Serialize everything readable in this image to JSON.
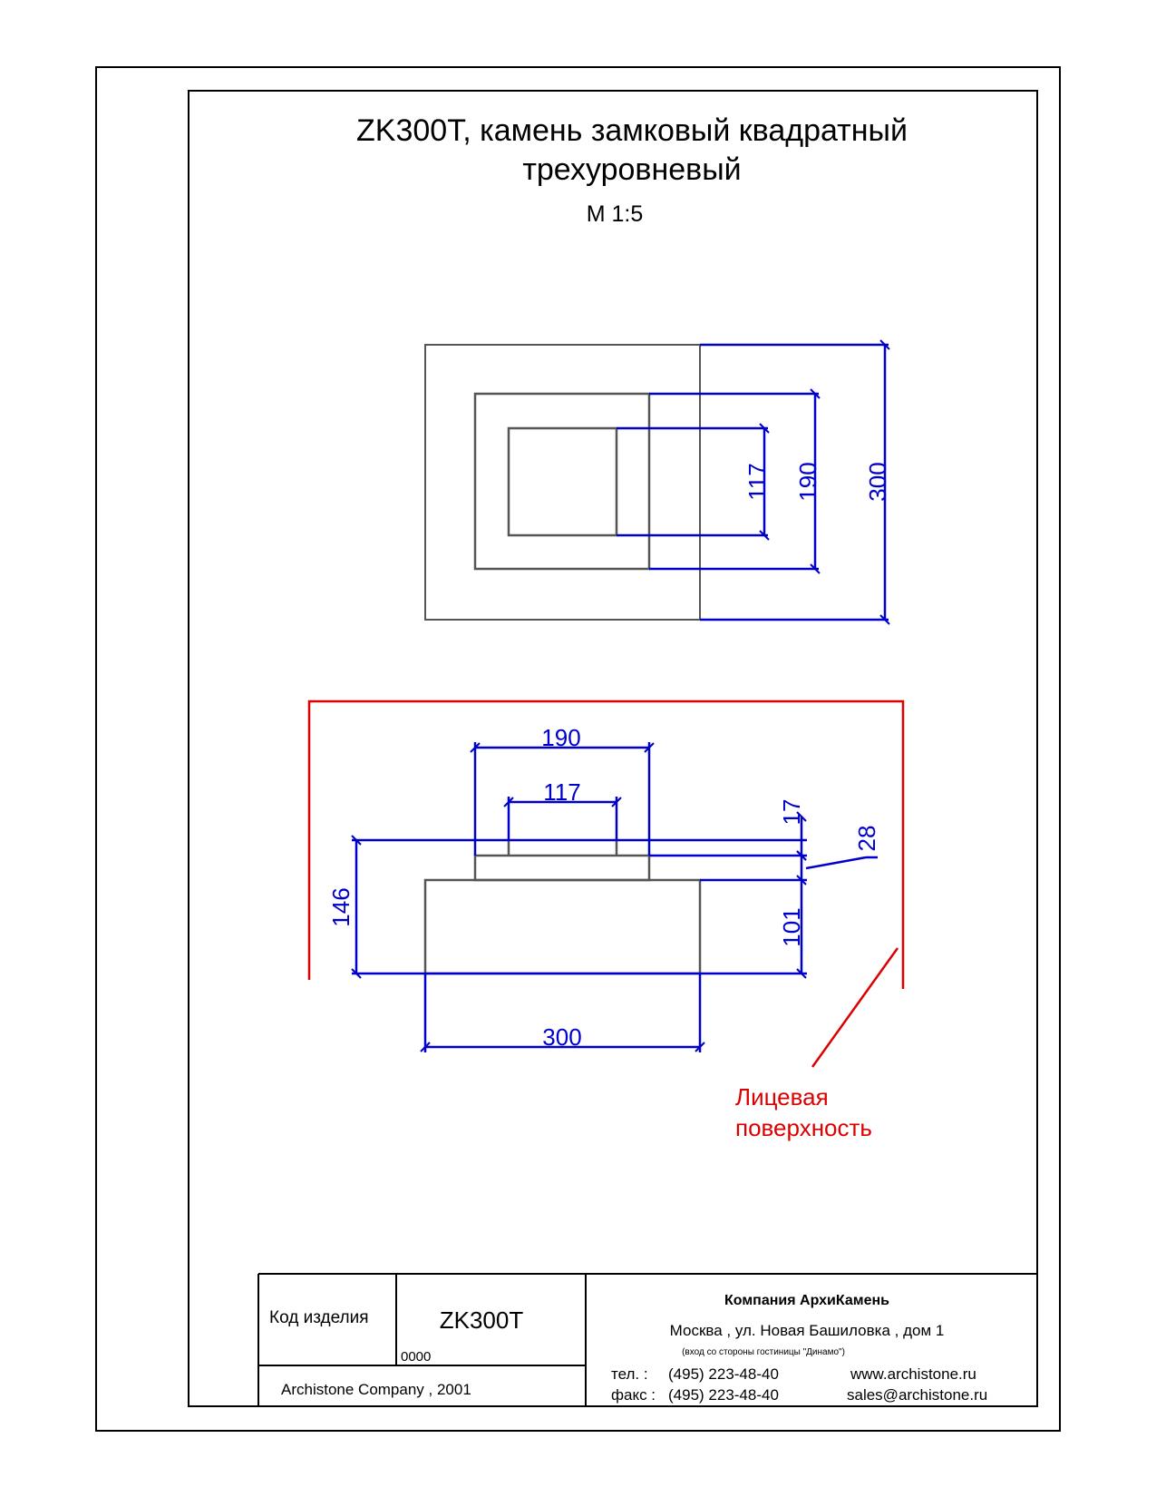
{
  "title": {
    "line1": "ZK300T, камень замковый квадратный",
    "line2": "трехуровневый",
    "scale": "М 1:5"
  },
  "colors": {
    "outline": "#555555",
    "dimension": "#0000cc",
    "face": "#dd0000",
    "frame": "#000000"
  },
  "plan_view": {
    "dims": [
      "117",
      "190",
      "300"
    ]
  },
  "front_view": {
    "dims": {
      "top_width": "190",
      "mid_width": "117",
      "base_width": "300",
      "total_height": "146",
      "top_step": "17",
      "mid_step": "28",
      "base_height": "101"
    },
    "face_label": {
      "line1": "Лицевая",
      "line2": "поверхность"
    }
  },
  "title_block": {
    "code_label": "Код изделия",
    "code_value": "ZK300T",
    "code_number": "0000",
    "copyright": "Archistone  Company ,  2001",
    "company": "Компания  АрхиКамень",
    "address": "Москва , ул. Новая Башиловка , дом 1",
    "address_note": "(вход со стороны гостиницы \"Динамо\")",
    "phone_label": "тел.   :",
    "phone": "(495) 223-48-40",
    "fax_label": "факс :",
    "fax": "(495) 223-48-40",
    "website": "www.archistone.ru",
    "email": "sales@archistone.ru"
  }
}
